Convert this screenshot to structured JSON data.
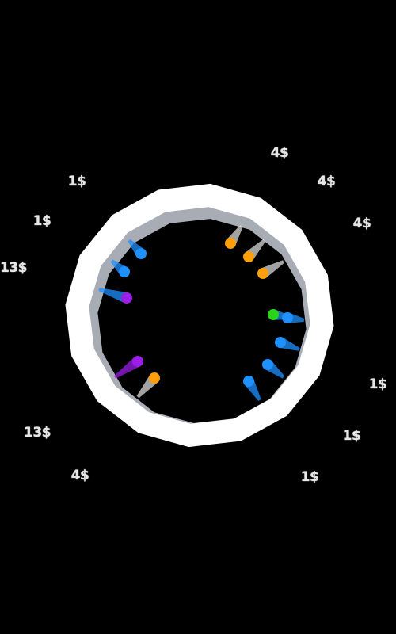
{
  "game": {
    "background_color": "#000000",
    "ring": {
      "outer_color": "#ffffff",
      "inner_rim_color": "#a8acb4",
      "inner_color": "#000000"
    },
    "payout_labels": [
      {
        "text": "4$"
      },
      {
        "text": "4$"
      },
      {
        "text": "4$"
      },
      {
        "text": "1$"
      },
      {
        "text": "1$"
      },
      {
        "text": "1$"
      },
      {
        "text": "1$"
      },
      {
        "text": "1$"
      },
      {
        "text": "13$"
      },
      {
        "text": "13$"
      },
      {
        "text": "4$"
      }
    ],
    "balls": [
      {
        "color": "#1e90ff",
        "tail_color": "#1e90ff"
      },
      {
        "color": "#1e90ff",
        "tail_color": "#1e90ff"
      },
      {
        "color": "#9b1de6",
        "tail_color": "#1e90ff"
      },
      {
        "color": "#9b1de6",
        "tail_color": "#9b1de6"
      },
      {
        "color": "#ff9f0a",
        "tail_color": "#d8d8d8"
      },
      {
        "color": "#ff9f0a",
        "tail_color": "#d8d8d8"
      },
      {
        "color": "#ff9f0a",
        "tail_color": "#d8d8d8"
      },
      {
        "color": "#ff9f0a",
        "tail_color": "#d8d8d8"
      },
      {
        "color": "#2bd41a",
        "tail_color": "#1e90ff"
      },
      {
        "color": "#1e90ff",
        "tail_color": "#1e90ff"
      },
      {
        "color": "#1e90ff",
        "tail_color": "#1e90ff"
      },
      {
        "color": "#1e90ff",
        "tail_color": "#1e90ff"
      },
      {
        "color": "#1e90ff",
        "tail_color": "#1e90ff"
      }
    ]
  }
}
